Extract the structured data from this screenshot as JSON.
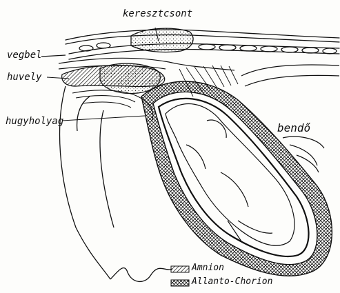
{
  "labels": {
    "sacrum": "keresztcsont",
    "rectum": "vegbel",
    "vagina": "huvely",
    "bladder": "hugyholyag",
    "rumen": "bendő"
  },
  "legend": {
    "amnion": "Amnion",
    "allanto_chorion": "Allanto-Chorion"
  },
  "colors": {
    "ink": "#111111",
    "paper": "#fdfdfb"
  }
}
